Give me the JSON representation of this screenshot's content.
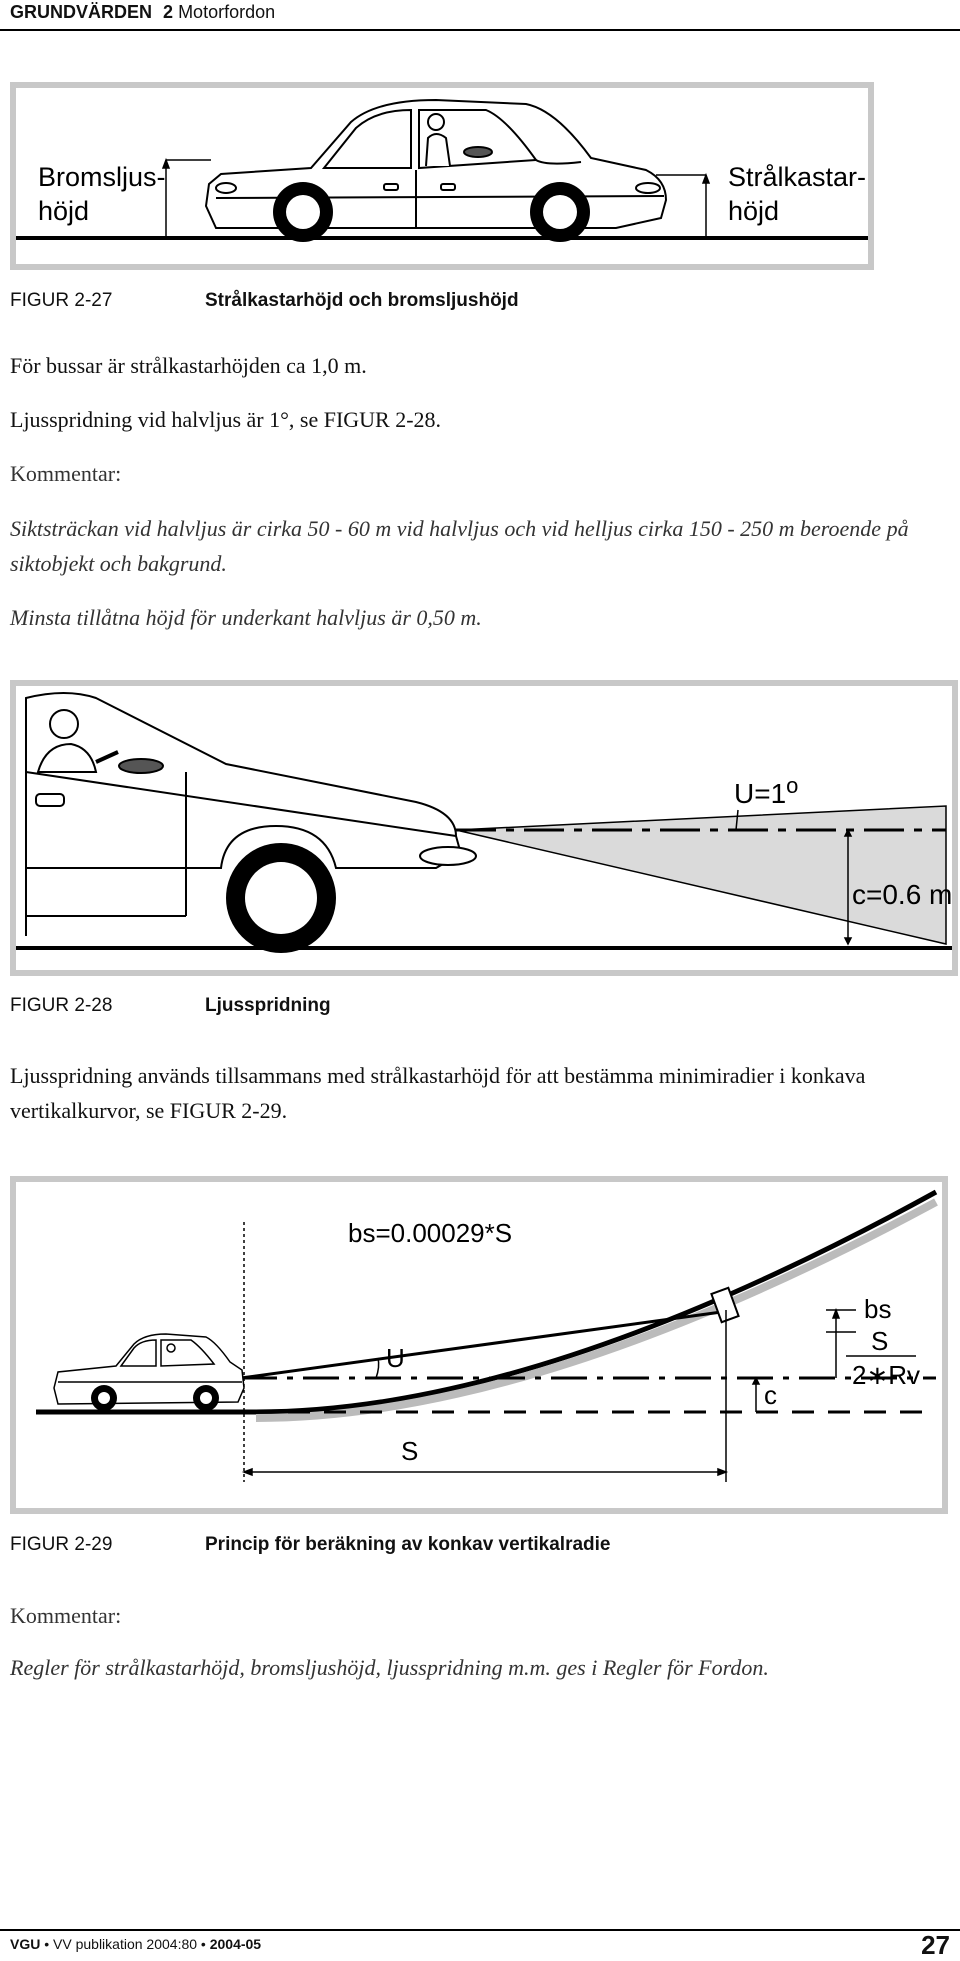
{
  "header": {
    "section": "GRUNDVÄRDEN",
    "chapter_num": "2",
    "chapter": "Motorfordon"
  },
  "fig27": {
    "label_left_1": "Bromsljus-",
    "label_left_2": "höjd",
    "label_right_1": "Strålkastar-",
    "label_right_2": "höjd",
    "caption_num": "FIGUR 2-27",
    "caption_title": "Strålkastarhöjd och bromsljushöjd"
  },
  "text1": {
    "p1": "För bussar är strålkastarhöjden ca 1,0 m.",
    "p2": "Ljusspridning vid halvljus är 1°, se FIGUR 2-28.",
    "comment_label": "Kommentar:",
    "comment1": "Siktsträckan vid halvljus är cirka 50 - 60 m vid halvljus och vid helljus cirka 150 - 250 m beroende på siktobjekt och bakgrund.",
    "comment2": "Minsta tillåtna höjd för underkant halvljus är 0,50 m."
  },
  "fig28": {
    "label_u": "U=1",
    "label_u_sup": "o",
    "label_c": "c=0.6 m",
    "caption_num": "FIGUR 2-28",
    "caption_title": "Ljusspridning"
  },
  "text2": {
    "p1": "Ljusspridning används tillsammans med strålkastarhöjd för att bestämma minimiradier i konkava vertikalkurvor, se FIGUR 2-29."
  },
  "fig29": {
    "formula": "bs=0.00029*S",
    "label_u": "U",
    "label_s": "S",
    "label_c": "c",
    "frac_num": "bs",
    "frac_mid": "S",
    "frac_den": "2∗Rv",
    "caption_num": "FIGUR 2-29",
    "caption_title": "Princip för beräkning av konkav vertikalradie"
  },
  "text3": {
    "comment_label": "Kommentar:",
    "comment1": "Regler för strålkastarhöjd, bromsljushöjd, ljusspridning m.m. ges i Regler för Fordon."
  },
  "footer": {
    "org": "VGU",
    "pub": "• VV publikation 2004:80 •",
    "date": "2004-05",
    "page": "27"
  }
}
